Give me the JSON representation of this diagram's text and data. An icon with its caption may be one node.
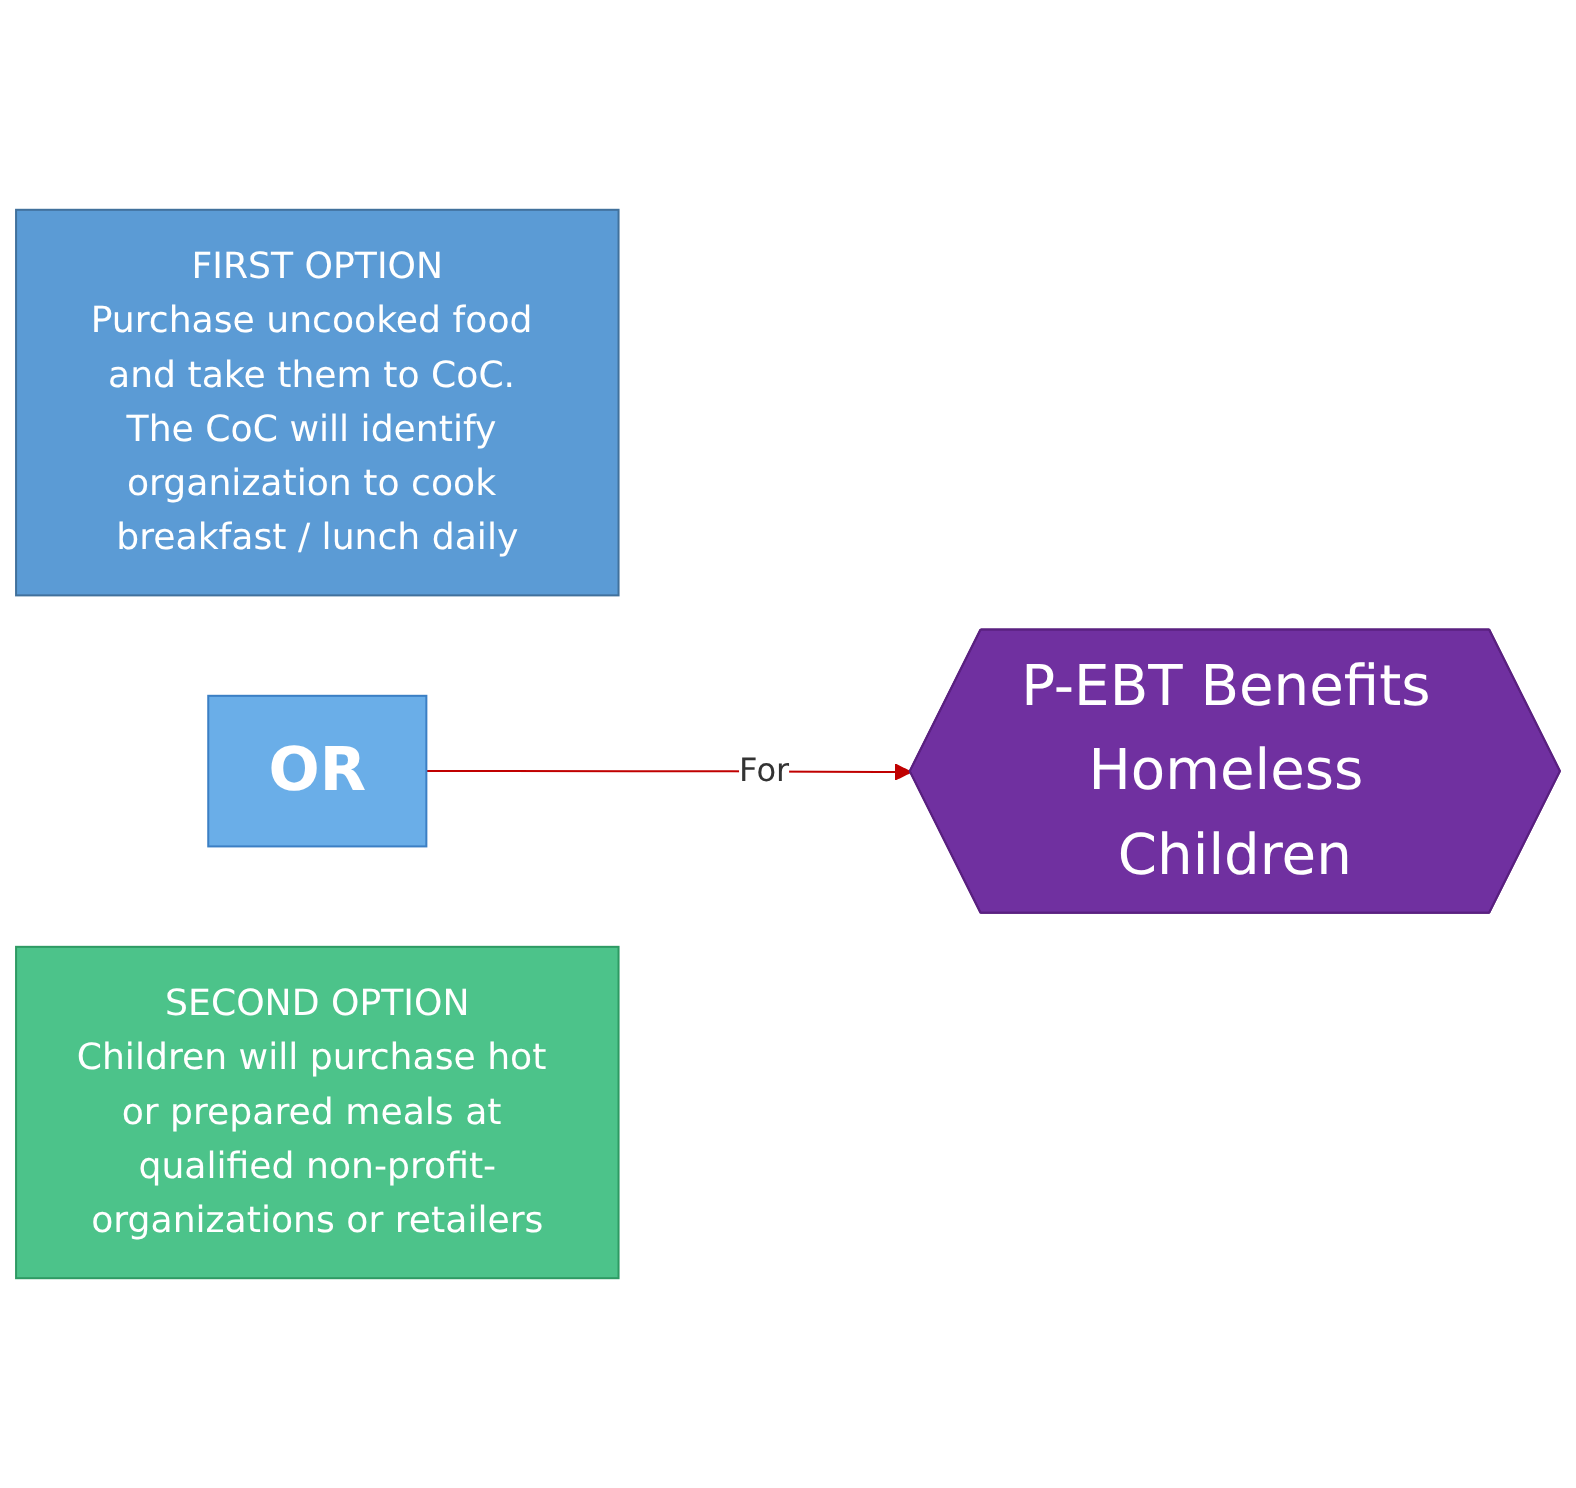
{
  "diagram": {
    "nodes": [
      {
        "text": [
          "FIRST OPTION",
          "Purchase uncooked food and take them to CoC. The CoC will identify organization to cook breakfast / lunch daily"
        ]
      },
      {
        "text": [
          "OR"
        ]
      },
      {
        "text": [
          "SECOND OPTION",
          "Children will purchase hot or prepared meals at qualified non-profit-organizations or retailers"
        ]
      },
      {
        "text": [
          "P-EBT Benefits Homeless Children"
        ]
      }
    ],
    "edges": [
      {
        "from": 1,
        "to": 3,
        "arrow": "to",
        "label": "For",
        "color": "#c00000"
      }
    ]
  }
}
